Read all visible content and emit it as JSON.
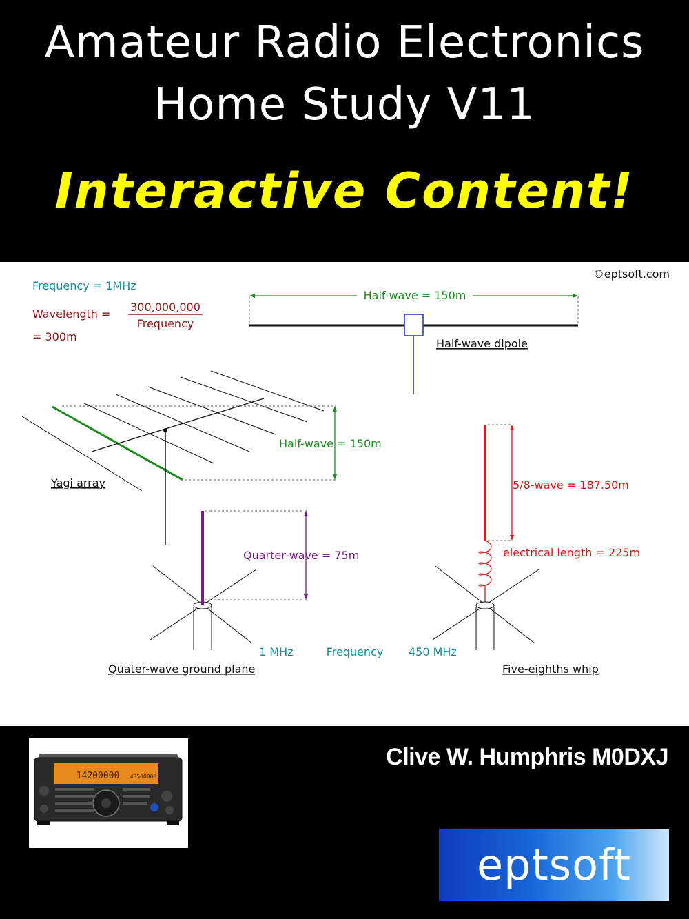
{
  "cover": {
    "title_line1": "Amateur Radio Electronics",
    "title_line2": "Home Study V11",
    "tagline": "Interactive Content!",
    "author": "Clive W. Humphris M0DXJ",
    "publisher_logo": "eptsoft"
  },
  "diagram": {
    "copyright": "©eptsoft.com",
    "frequency_label": "Frequency = 1MHz",
    "wavelength_label": "Wavelength =",
    "numerator": "300,000,000",
    "denominator": "Frequency",
    "wavelength_result": "= 300m",
    "dipole_length_label": "Half-wave = 150m",
    "dipole_name": "Half-wave dipole",
    "yagi_length_label": "Half-wave = 150m",
    "yagi_name": "Yagi array",
    "ground_plane_length_label": "Quarter-wave = 75m",
    "ground_plane_name": "Quater-wave ground plane",
    "whip_length_label": "5/8-wave = 187.50m",
    "electrical_length_label": "electrical length = 225m",
    "whip_name": "Five-eighths whip",
    "slider_min_label": "1 MHz",
    "slider_title": "Frequency",
    "slider_max_label": "450 MHz"
  },
  "radio_display": {
    "main_frequency": "14200000",
    "sub_frequency": "43500000"
  },
  "colors": {
    "teal": "#1a8f9a",
    "maroon": "#8b1a1a",
    "green": "#1e8c1e",
    "blue": "#1f2fb0",
    "purple": "#7a1a8a",
    "red": "#e01818",
    "tagline_yellow": "#ffff00"
  }
}
